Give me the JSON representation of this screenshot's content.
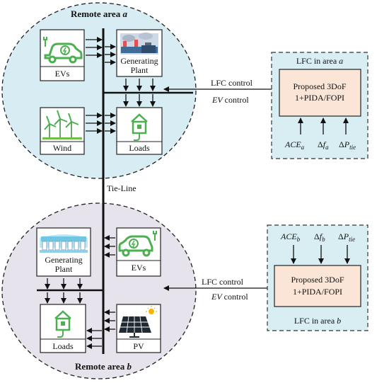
{
  "area_a": {
    "title": "Remote area ",
    "title_var": "a",
    "evs_label": "EVs",
    "gen_label_1": "Generating",
    "gen_label_2": "Plant",
    "wind_label": "Wind",
    "loads_label": "Loads"
  },
  "tie_line_label": "Tie-Line",
  "area_b": {
    "title": "Remote area ",
    "title_var": "b",
    "gen_label_1": "Generating",
    "gen_label_2": "Plant",
    "evs_label": "EVs",
    "loads_label": "Loads",
    "pv_label": "PV"
  },
  "lfc_a": {
    "header": "LFC in area ",
    "header_var": "a",
    "box_line_1": "Proposed 3DoF",
    "box_line_2": "1+PIDA/FOPI",
    "lfc_control": "LFC control",
    "ev_control_var": "EV",
    "ev_control_rest": " control",
    "inputs": [
      {
        "base": "ACE",
        "sub": "a",
        "delta": false
      },
      {
        "base": "f",
        "sub": "a",
        "delta": true
      },
      {
        "base": "P",
        "sub": "tie",
        "delta": true
      }
    ]
  },
  "lfc_b": {
    "footer": "LFC in area ",
    "footer_var": "b",
    "box_line_1": "Proposed 3DoF",
    "box_line_2": "1+PIDA/FOPI",
    "lfc_control": "LFC control",
    "ev_control_var": "EV",
    "ev_control_rest": " control",
    "inputs": [
      {
        "base": "ACE",
        "sub": "b",
        "delta": false
      },
      {
        "base": "f",
        "sub": "b",
        "delta": true
      },
      {
        "base": "P",
        "sub": "tie",
        "delta": true
      }
    ]
  },
  "colors": {
    "area_a_fill": "#d7edf3",
    "area_b_fill": "#e6e3ec",
    "lfc_panel_fill": "#d9eef3",
    "controller_fill": "#fbe5d6",
    "icon_green": "#4caf50",
    "icon_dark": "#2d2d2d"
  }
}
